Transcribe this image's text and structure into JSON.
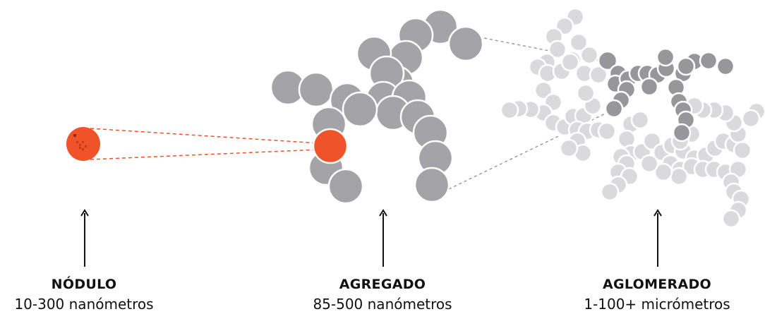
{
  "colors": {
    "nodule": "#f0522a",
    "aggregate_particle": "#a4a4a8",
    "agglomerate_dark": "#97979b",
    "agglomerate_light": "#dadadc",
    "agglomerate_mid": "#c9c9cb",
    "connector_red": "#f0522a",
    "connector_gray": "#8e8e92",
    "arrow": "#111111",
    "text": "#111111"
  },
  "stages": [
    {
      "name": "NÓDULO",
      "size": "10-300 nanómetros"
    },
    {
      "name": "AGREGADO",
      "size": "85-500 nanómetros"
    },
    {
      "name": "AGLOMERADO",
      "size": "1-100+ micrómetros"
    }
  ]
}
